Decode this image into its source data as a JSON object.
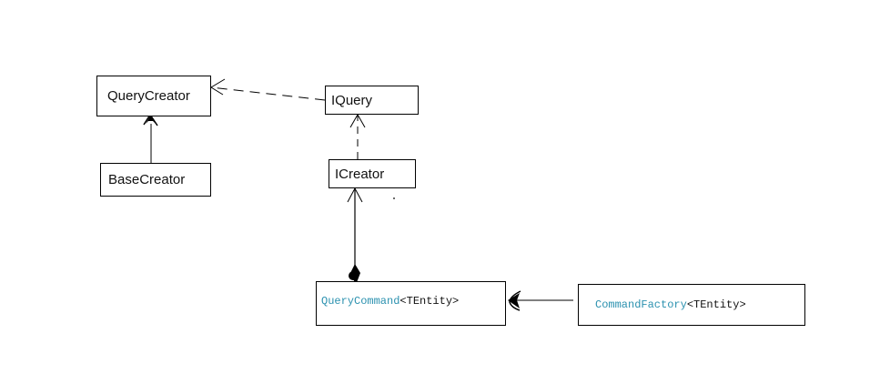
{
  "diagram": {
    "nodes": {
      "query_creator": {
        "label": "QueryCreator"
      },
      "base_creator": {
        "label": "BaseCreator"
      },
      "iquery": {
        "label": "IQuery"
      },
      "icreator": {
        "label": "ICreator"
      },
      "query_command": {
        "type_name": "QueryCommand",
        "generic": "<TEntity>"
      },
      "command_factory": {
        "type_name": "CommandFactory",
        "generic": "<TEntity>"
      }
    },
    "edges": [
      {
        "from": "IQuery",
        "to": "QueryCreator",
        "style": "dashed",
        "arrow": "open"
      },
      {
        "from": "ICreator",
        "to": "IQuery",
        "style": "dashed",
        "arrow": "open"
      },
      {
        "from": "BaseCreator",
        "to": "QueryCreator",
        "style": "solid",
        "arrow": "filled"
      },
      {
        "from": "QueryCommand<TEntity>",
        "to": "ICreator",
        "style": "solid",
        "arrow": "open",
        "tail": "filled-diamond"
      },
      {
        "from": "CommandFactory<TEntity>",
        "to": "QueryCommand<TEntity>",
        "style": "solid",
        "arrow": "filled"
      }
    ],
    "colors": {
      "line": "#000000",
      "type_name": "#2b91af",
      "background": "#ffffff"
    }
  }
}
